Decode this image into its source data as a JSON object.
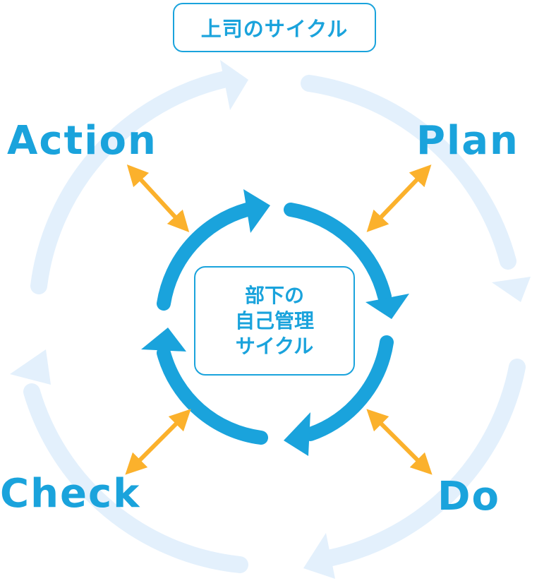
{
  "outer_cycle": {
    "label": "上司のサイクル",
    "phases": {
      "action": "Action",
      "plan": "Plan",
      "check": "Check",
      "do": "Do"
    }
  },
  "inner_cycle": {
    "lines": [
      "部下の",
      "自己管理",
      "サイクル"
    ]
  },
  "colors": {
    "primary_blue": "#1aa3dc",
    "light_blue_ring": "#e3f0fc",
    "orange_arrow": "#fbb12c"
  }
}
